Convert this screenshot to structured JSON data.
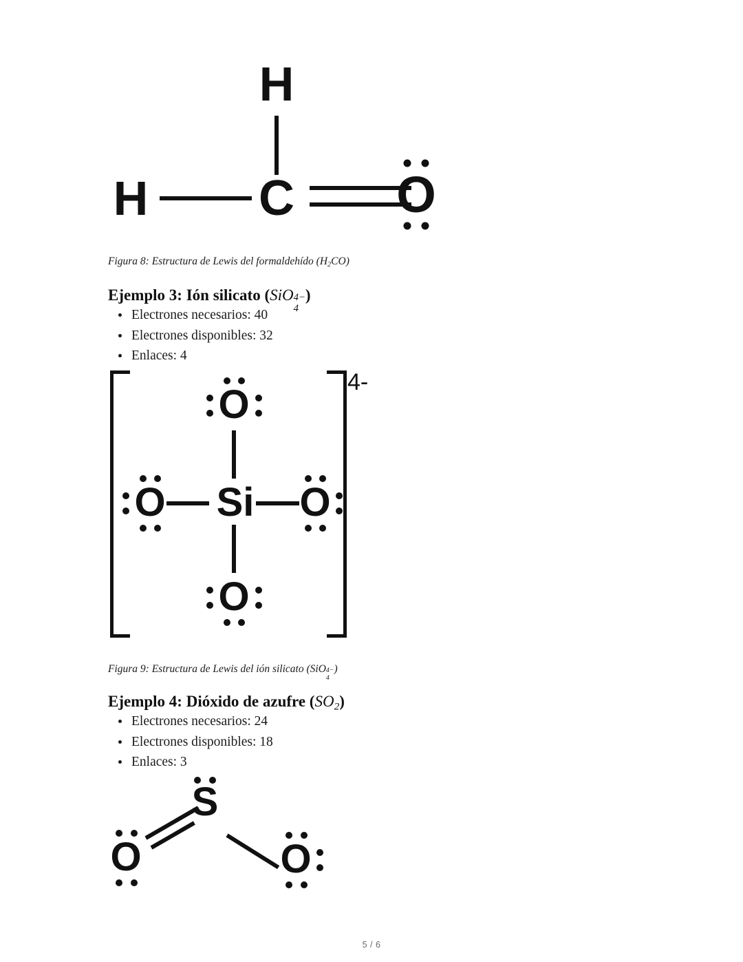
{
  "document": {
    "footer": "5 / 6",
    "language": "es"
  },
  "figure8": {
    "caption_prefix": "Figura 8: Estructura de Lewis del formaldehído (",
    "caption_formula_parts": {
      "h": "H",
      "two": "2",
      "co": "CO"
    },
    "caption_suffix": ")",
    "molecule": "H2CO",
    "atoms": [
      {
        "label": "H",
        "role": "hydrogen-top"
      },
      {
        "label": "H",
        "role": "hydrogen-left"
      },
      {
        "label": "C",
        "role": "carbon-center"
      },
      {
        "label": "O",
        "role": "oxygen-right"
      }
    ],
    "bonds": [
      {
        "from": "C",
        "to": "H-top",
        "order": 1
      },
      {
        "from": "C",
        "to": "H-left",
        "order": 1
      },
      {
        "from": "C",
        "to": "O",
        "order": 2
      }
    ],
    "lone_pairs": {
      "O": 2
    }
  },
  "example3": {
    "heading_prefix": "Ejemplo 3: Ión silicato (",
    "heading_formula_parts": {
      "si": "Si",
      "o": "O",
      "charge": "4−",
      "count": "4"
    },
    "heading_suffix": ")",
    "bullets": [
      "Electrones necesarios: 40",
      "Electrones disponibles: 32",
      "Enlaces: 4"
    ]
  },
  "figure9": {
    "caption_prefix": "Figura 9: Estructura de Lewis del ión silicato (",
    "caption_formula_parts": {
      "si": "Si",
      "o": "O",
      "charge": "4−",
      "count": "4"
    },
    "caption_suffix": ")",
    "molecule": "SiO4 4-",
    "charge_label": "4-",
    "atoms": [
      {
        "label": "O",
        "role": "oxygen-top"
      },
      {
        "label": "O",
        "role": "oxygen-left"
      },
      {
        "label": "Si",
        "role": "silicon-center"
      },
      {
        "label": "O",
        "role": "oxygen-right"
      },
      {
        "label": "O",
        "role": "oxygen-bottom"
      }
    ],
    "bonds": [
      {
        "from": "Si",
        "to": "O-top",
        "order": 1
      },
      {
        "from": "Si",
        "to": "O-left",
        "order": 1
      },
      {
        "from": "Si",
        "to": "O-right",
        "order": 1
      },
      {
        "from": "Si",
        "to": "O-bottom",
        "order": 1
      }
    ],
    "lone_pairs": {
      "O-top": 3,
      "O-left": 3,
      "O-right": 3,
      "O-bottom": 3
    }
  },
  "example4": {
    "heading_prefix": "Ejemplo 4: Dióxido de azufre (",
    "heading_formula_parts": {
      "s": "SO",
      "two": "2"
    },
    "heading_suffix": ")",
    "bullets": [
      "Electrones necesarios: 24",
      "Electrones disponibles: 18",
      "Enlaces: 3"
    ]
  },
  "figure10": {
    "molecule": "SO2",
    "atoms": [
      {
        "label": "S",
        "role": "sulfur-center"
      },
      {
        "label": "O",
        "role": "oxygen-left"
      },
      {
        "label": "O",
        "role": "oxygen-right"
      }
    ],
    "bonds": [
      {
        "from": "S",
        "to": "O-left",
        "order": 2
      },
      {
        "from": "S",
        "to": "O-right",
        "order": 1
      }
    ],
    "lone_pairs": {
      "S": 1,
      "O-left": 2,
      "O-right": 3
    }
  },
  "colors": {
    "ink": "#111111",
    "text": "#1b1b1b",
    "footer": "#6a6a6a",
    "background": "#ffffff"
  }
}
